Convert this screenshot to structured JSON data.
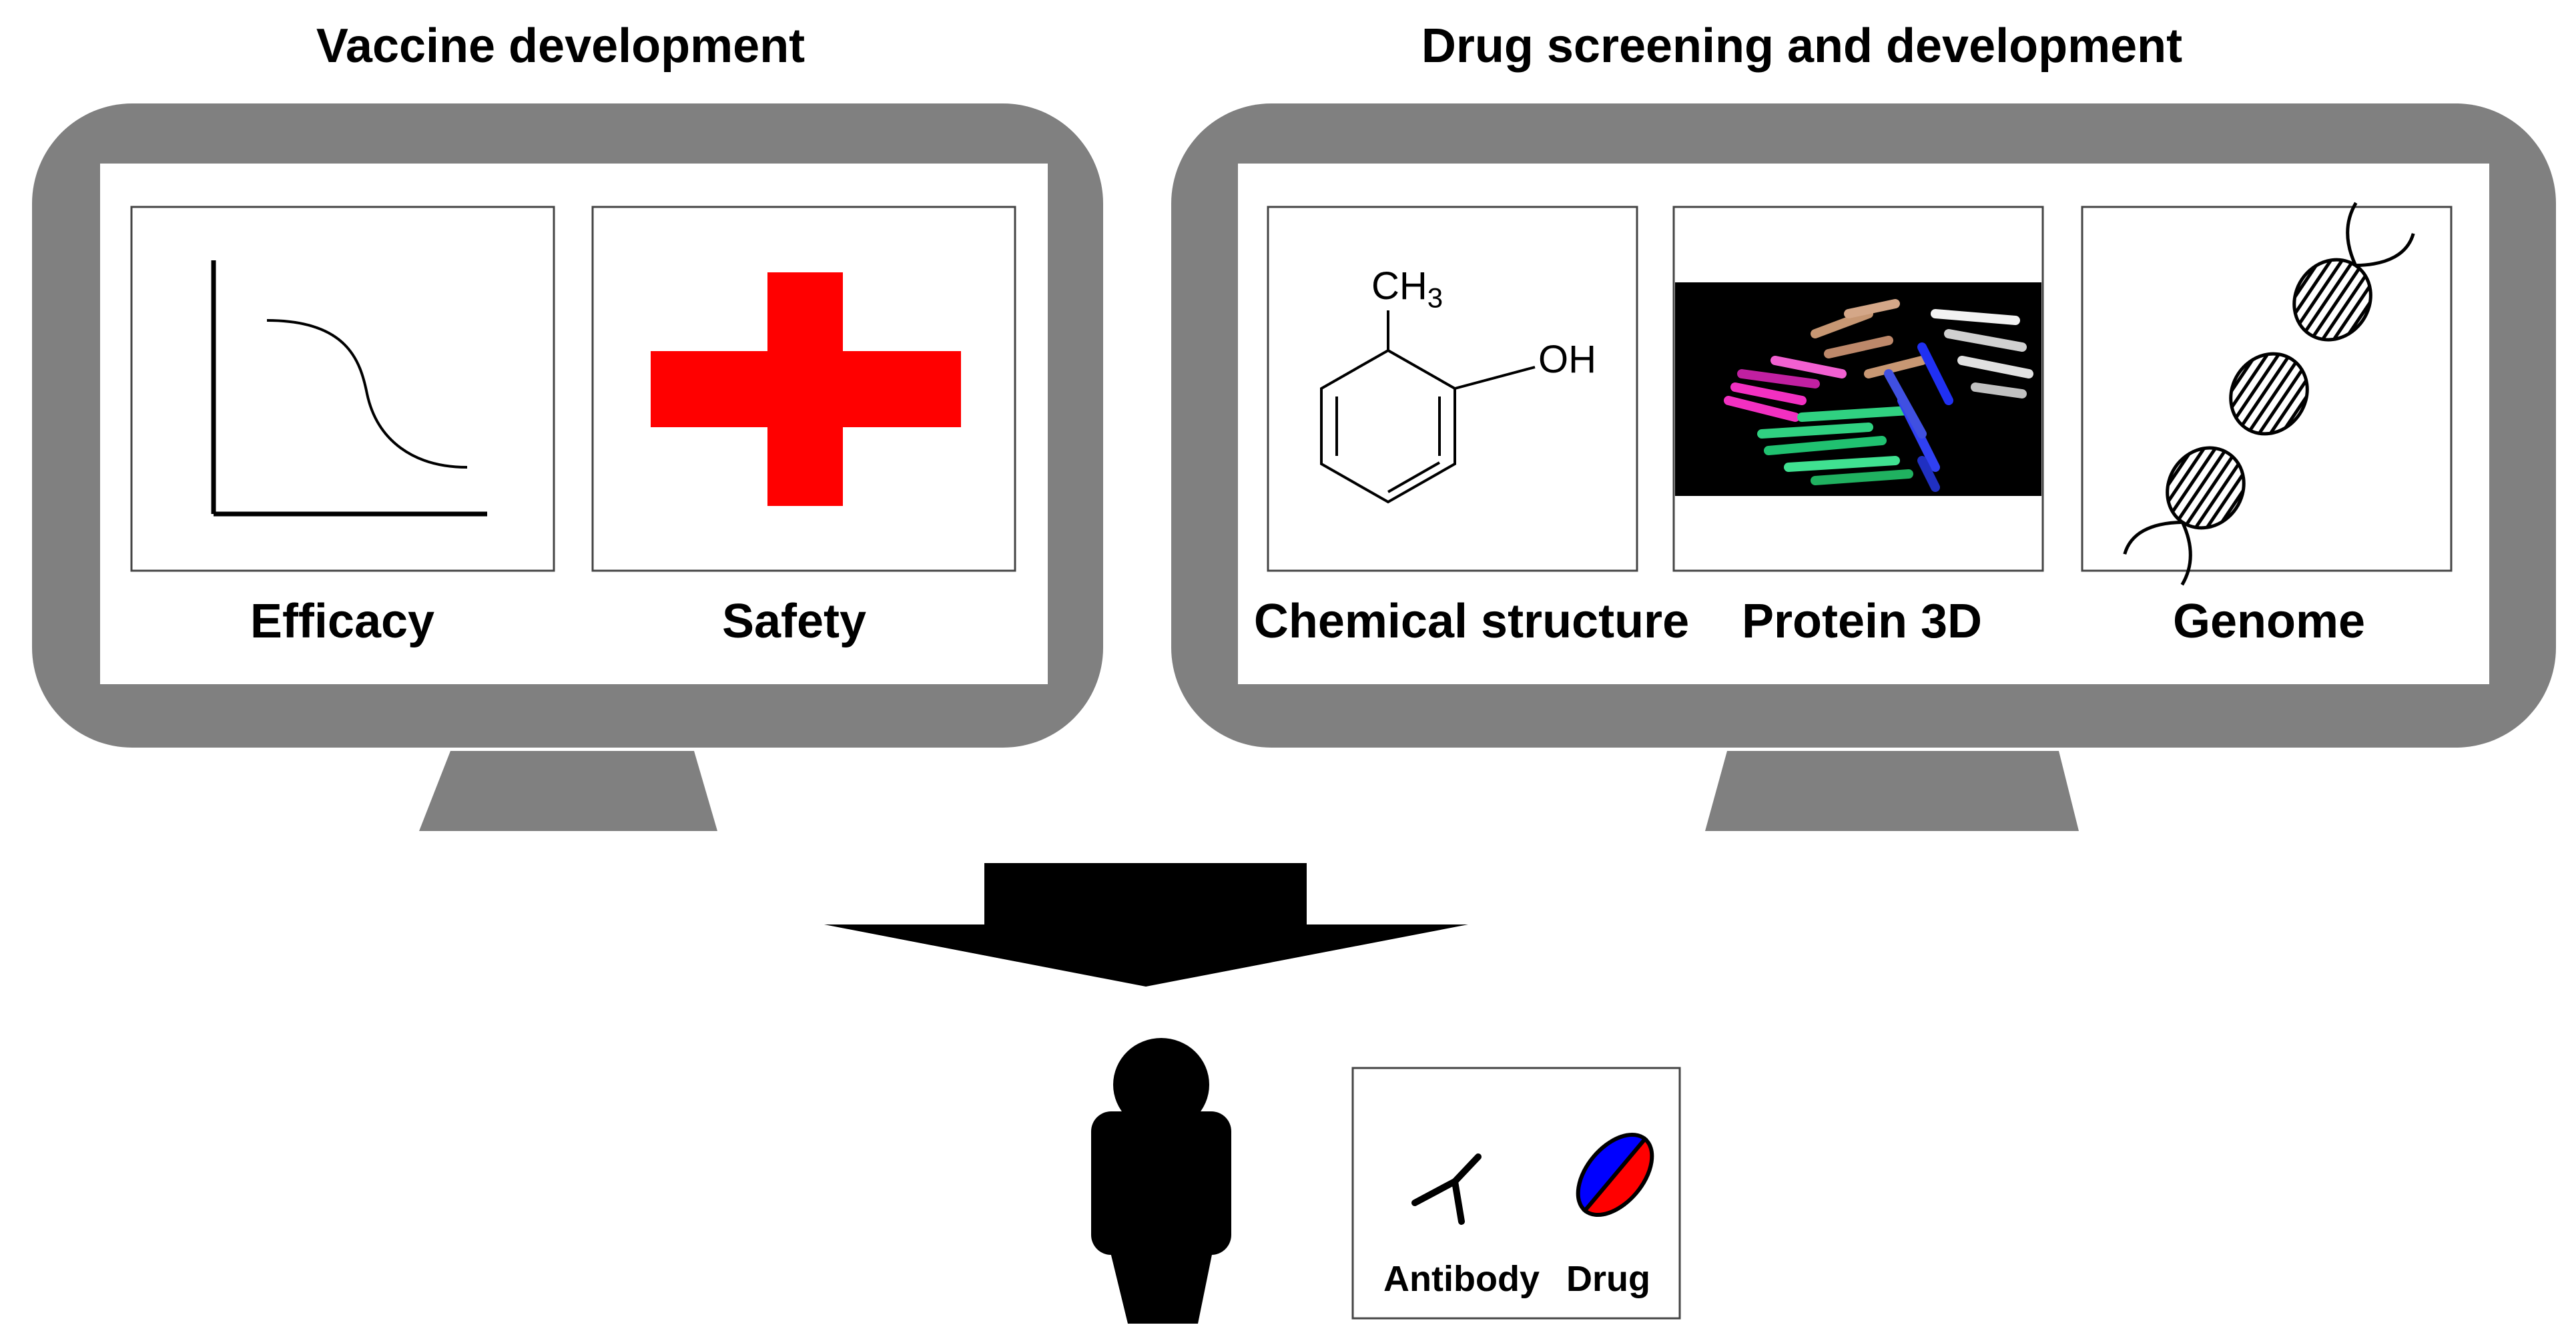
{
  "vaccine": {
    "title": "Vaccine development",
    "panels": [
      {
        "label": "Efficacy",
        "icon": "efficacy-curve-icon"
      },
      {
        "label": "Safety",
        "icon": "red-cross-icon"
      }
    ]
  },
  "drug": {
    "title": "Drug screening and development",
    "panels": [
      {
        "label": "Chemical structure",
        "icon": "chemical-structure-icon"
      },
      {
        "label": "Protein 3D",
        "icon": "protein-3d-icon"
      },
      {
        "label": "Genome",
        "icon": "dna-helix-icon"
      }
    ],
    "chem": {
      "ch3": "CH",
      "ch3_sub": "3",
      "oh": "OH"
    }
  },
  "outcome": {
    "arrow_icon": "down-arrow-icon",
    "person_icon": "person-icon",
    "legend": [
      {
        "label": "Antibody",
        "icon": "antibody-icon"
      },
      {
        "label": "Drug",
        "icon": "pill-icon"
      }
    ]
  },
  "colors": {
    "monitor_frame": "#808080",
    "cross": "#ff0000",
    "pill_top": "#0000ff",
    "pill_bottom": "#ff0000",
    "protein_bg": "#000000"
  }
}
